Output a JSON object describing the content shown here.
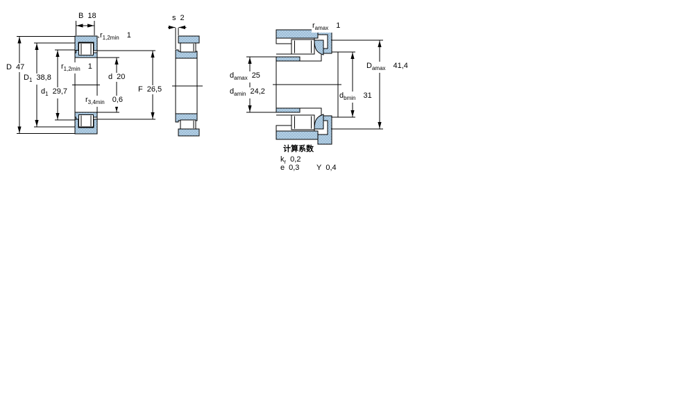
{
  "drawing": {
    "type": "bearing-dimension-drawing",
    "colors": {
      "background": "#ffffff",
      "section_fill": "#b4cfe4",
      "hatch_dot": "#84aac9",
      "line": "#000000"
    },
    "front_view": {
      "labels": {
        "B": {
          "base": "B",
          "value": "18"
        },
        "r12min_top": {
          "base": "r",
          "sub": "1,2min",
          "value": "1"
        },
        "D": {
          "base": "D",
          "value": "47"
        },
        "D1": {
          "base": "D",
          "sub": "1",
          "value": "38,8"
        },
        "r12min_mid": {
          "base": "r",
          "sub": "1,2min",
          "value": "1"
        },
        "d1": {
          "base": "d",
          "sub": "1",
          "value": "29,7"
        },
        "d": {
          "base": "d",
          "value": "20"
        },
        "r34min": {
          "base": "r",
          "sub": "3,4min",
          "value": "0,6"
        },
        "F": {
          "base": "F",
          "value": "26,5"
        }
      }
    },
    "side_view": {
      "labels": {
        "s": {
          "base": "s",
          "value": "2"
        }
      }
    },
    "mounting_view": {
      "labels": {
        "r_amax": {
          "base": "r",
          "sub": "amax",
          "value": "1"
        },
        "d_amax": {
          "base": "d",
          "sub": "amax",
          "value": "25"
        },
        "d_amin": {
          "base": "d",
          "sub": "amin",
          "value": "24,2"
        },
        "D_amax": {
          "base": "D",
          "sub": "amax",
          "value": "41,4"
        },
        "d_bmin": {
          "base": "d",
          "sub": "bmin",
          "value": "31"
        }
      }
    },
    "calculation_factors": {
      "title": "计算系数",
      "k_r": {
        "base": "k",
        "sub": "r",
        "value": "0,2"
      },
      "e": {
        "base": "e",
        "value": "0,3"
      },
      "Y": {
        "base": "Y",
        "value": "0,4"
      }
    }
  }
}
